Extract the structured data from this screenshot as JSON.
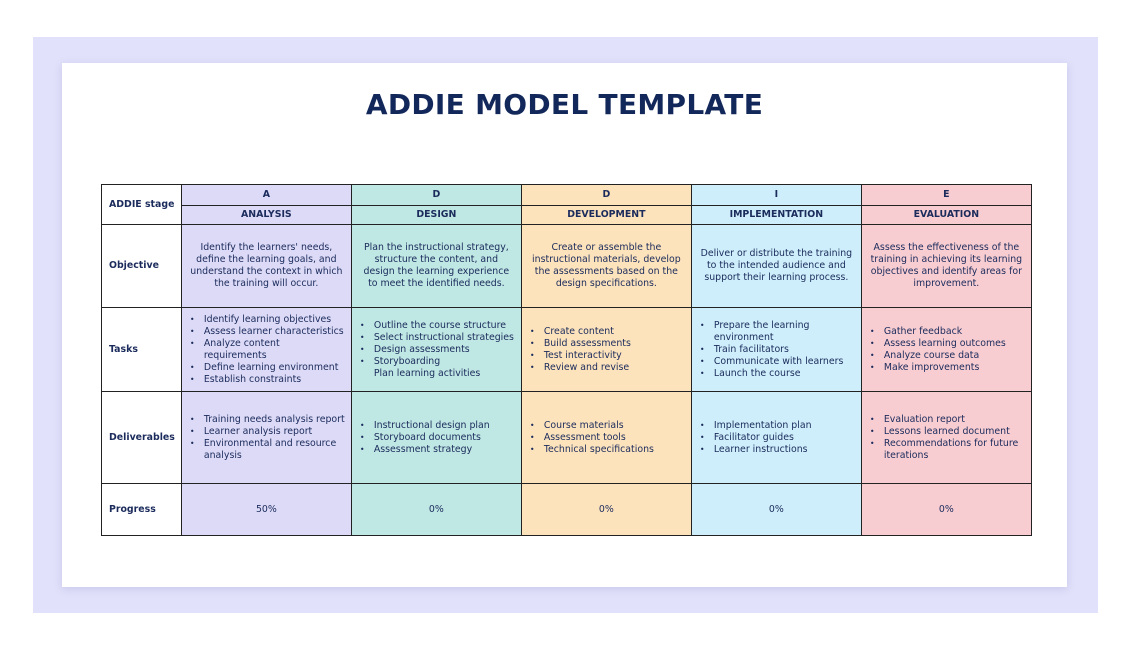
{
  "title": "ADDIE MODEL TEMPLATE",
  "row_labels": {
    "stage": "ADDIE stage",
    "objective": "Objective",
    "tasks": "Tasks",
    "deliverables": "Deliverables",
    "progress": "Progress"
  },
  "stages": [
    {
      "letter": "A",
      "name": "ANALYSIS",
      "color": "#dcdaf6",
      "objective": "Identify the learners' needs, define the learning goals, and understand the context in which the training will occur.",
      "tasks": [
        {
          "text": "Identify learning objectives",
          "bullet": true
        },
        {
          "text": "Assess learner characteristics",
          "bullet": true
        },
        {
          "text": "Analyze content requirements",
          "bullet": true
        },
        {
          "text": "Define learning environment",
          "bullet": true
        },
        {
          "text": "Establish constraints",
          "bullet": true
        }
      ],
      "deliverables": [
        "Training needs analysis report",
        "Learner analysis report",
        "Environmental and resource analysis"
      ],
      "progress": "50%"
    },
    {
      "letter": "D",
      "name": "DESIGN",
      "color": "#bfe7e3",
      "objective": "Plan the instructional strategy, structure the content, and design the learning experience to meet the identified needs.",
      "tasks": [
        {
          "text": "Outline the course structure",
          "bullet": true
        },
        {
          "text": "Select instructional strategies",
          "bullet": true
        },
        {
          "text": "Design assessments",
          "bullet": true
        },
        {
          "text": "Storyboarding",
          "bullet": true
        },
        {
          "text": "Plan learning activities",
          "bullet": false
        }
      ],
      "deliverables": [
        "Instructional design plan",
        "Storyboard documents",
        "Assessment strategy"
      ],
      "progress": "0%"
    },
    {
      "letter": "D",
      "name": "DEVELOPMENT",
      "color": "#fde3bc",
      "objective": "Create or assemble the instructional materials, develop the assessments based on the design specifications.",
      "tasks": [
        {
          "text": "Create content",
          "bullet": true
        },
        {
          "text": "Build assessments",
          "bullet": true
        },
        {
          "text": "Test interactivity",
          "bullet": true
        },
        {
          "text": "Review and revise",
          "bullet": true
        }
      ],
      "deliverables": [
        "Course materials",
        "Assessment tools",
        "Technical specifications"
      ],
      "progress": "0%"
    },
    {
      "letter": "I",
      "name": "IMPLEMENTATION",
      "color": "#cdeefa",
      "objective": "Deliver or distribute the training to the intended audience and support their learning process.",
      "tasks": [
        {
          "text": "Prepare the learning environment",
          "bullet": true
        },
        {
          "text": "Train facilitators",
          "bullet": true
        },
        {
          "text": "Communicate with learners",
          "bullet": true
        },
        {
          "text": "Launch the course",
          "bullet": true
        }
      ],
      "deliverables": [
        "Implementation plan",
        "Facilitator guides",
        "Learner instructions"
      ],
      "progress": "0%"
    },
    {
      "letter": "E",
      "name": "EVALUATION",
      "color": "#f8cdd1",
      "objective": "Assess the effectiveness of the training in achieving its learning objectives and identify areas for improvement.",
      "tasks": [
        {
          "text": "Gather feedback",
          "bullet": true
        },
        {
          "text": "Assess learning outcomes",
          "bullet": true
        },
        {
          "text": "Analyze course data",
          "bullet": true
        },
        {
          "text": "Make improvements",
          "bullet": true
        }
      ],
      "deliverables": [
        "Evaluation report",
        "Lessons learned document",
        "Recommendations for future iterations"
      ],
      "progress": "0%"
    }
  ]
}
